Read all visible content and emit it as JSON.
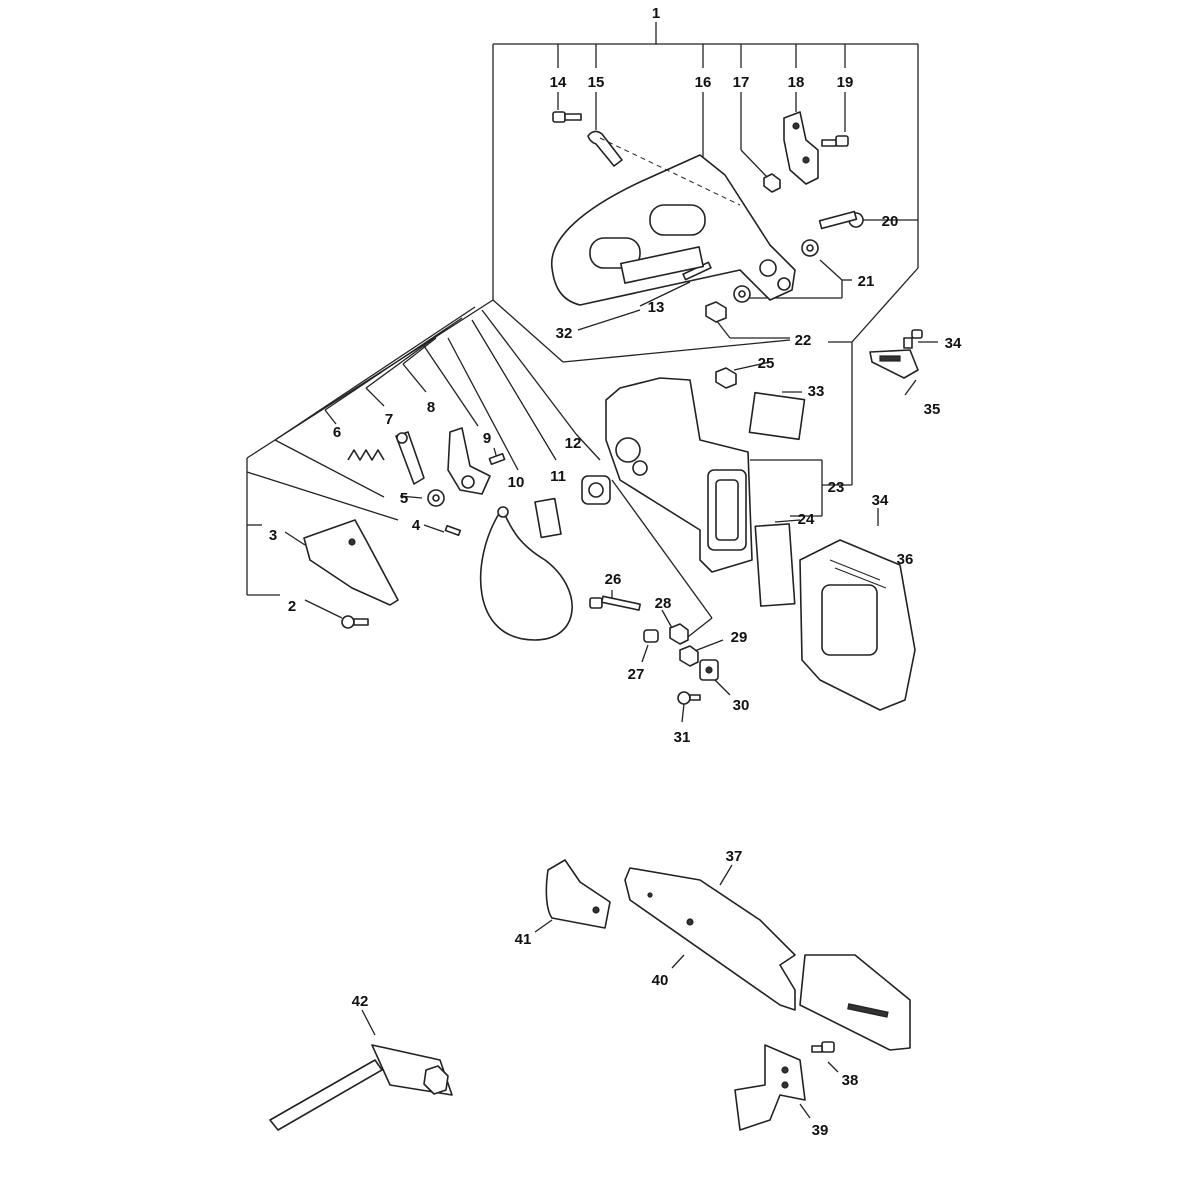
{
  "callouts": [
    {
      "id": "c1",
      "text": "1"
    },
    {
      "id": "c2",
      "text": "2"
    },
    {
      "id": "c3",
      "text": "3"
    },
    {
      "id": "c4",
      "text": "4"
    },
    {
      "id": "c5",
      "text": "5"
    },
    {
      "id": "c6",
      "text": "6"
    },
    {
      "id": "c7",
      "text": "7"
    },
    {
      "id": "c8",
      "text": "8"
    },
    {
      "id": "c9",
      "text": "9"
    },
    {
      "id": "c10",
      "text": "10"
    },
    {
      "id": "c11",
      "text": "11"
    },
    {
      "id": "c12",
      "text": "12"
    },
    {
      "id": "c13",
      "text": "13"
    },
    {
      "id": "c14",
      "text": "14"
    },
    {
      "id": "c15",
      "text": "15"
    },
    {
      "id": "c16",
      "text": "16"
    },
    {
      "id": "c17",
      "text": "17"
    },
    {
      "id": "c18",
      "text": "18"
    },
    {
      "id": "c19",
      "text": "19"
    },
    {
      "id": "c20",
      "text": "20"
    },
    {
      "id": "c21",
      "text": "21"
    },
    {
      "id": "c22",
      "text": "22"
    },
    {
      "id": "c23",
      "text": "23"
    },
    {
      "id": "c24",
      "text": "24"
    },
    {
      "id": "c25",
      "text": "25"
    },
    {
      "id": "c26",
      "text": "26"
    },
    {
      "id": "c27",
      "text": "27"
    },
    {
      "id": "c28",
      "text": "28"
    },
    {
      "id": "c29",
      "text": "29"
    },
    {
      "id": "c30",
      "text": "30"
    },
    {
      "id": "c31",
      "text": "31"
    },
    {
      "id": "c32",
      "text": "32"
    },
    {
      "id": "c33",
      "text": "33"
    },
    {
      "id": "c34a",
      "text": "34"
    },
    {
      "id": "c34b",
      "text": "34"
    },
    {
      "id": "c35",
      "text": "35"
    },
    {
      "id": "c36",
      "text": "36"
    },
    {
      "id": "c37",
      "text": "37"
    },
    {
      "id": "c38",
      "text": "38"
    },
    {
      "id": "c39",
      "text": "39"
    },
    {
      "id": "c40",
      "text": "40"
    },
    {
      "id": "c41",
      "text": "41"
    },
    {
      "id": "c42",
      "text": "42"
    }
  ]
}
